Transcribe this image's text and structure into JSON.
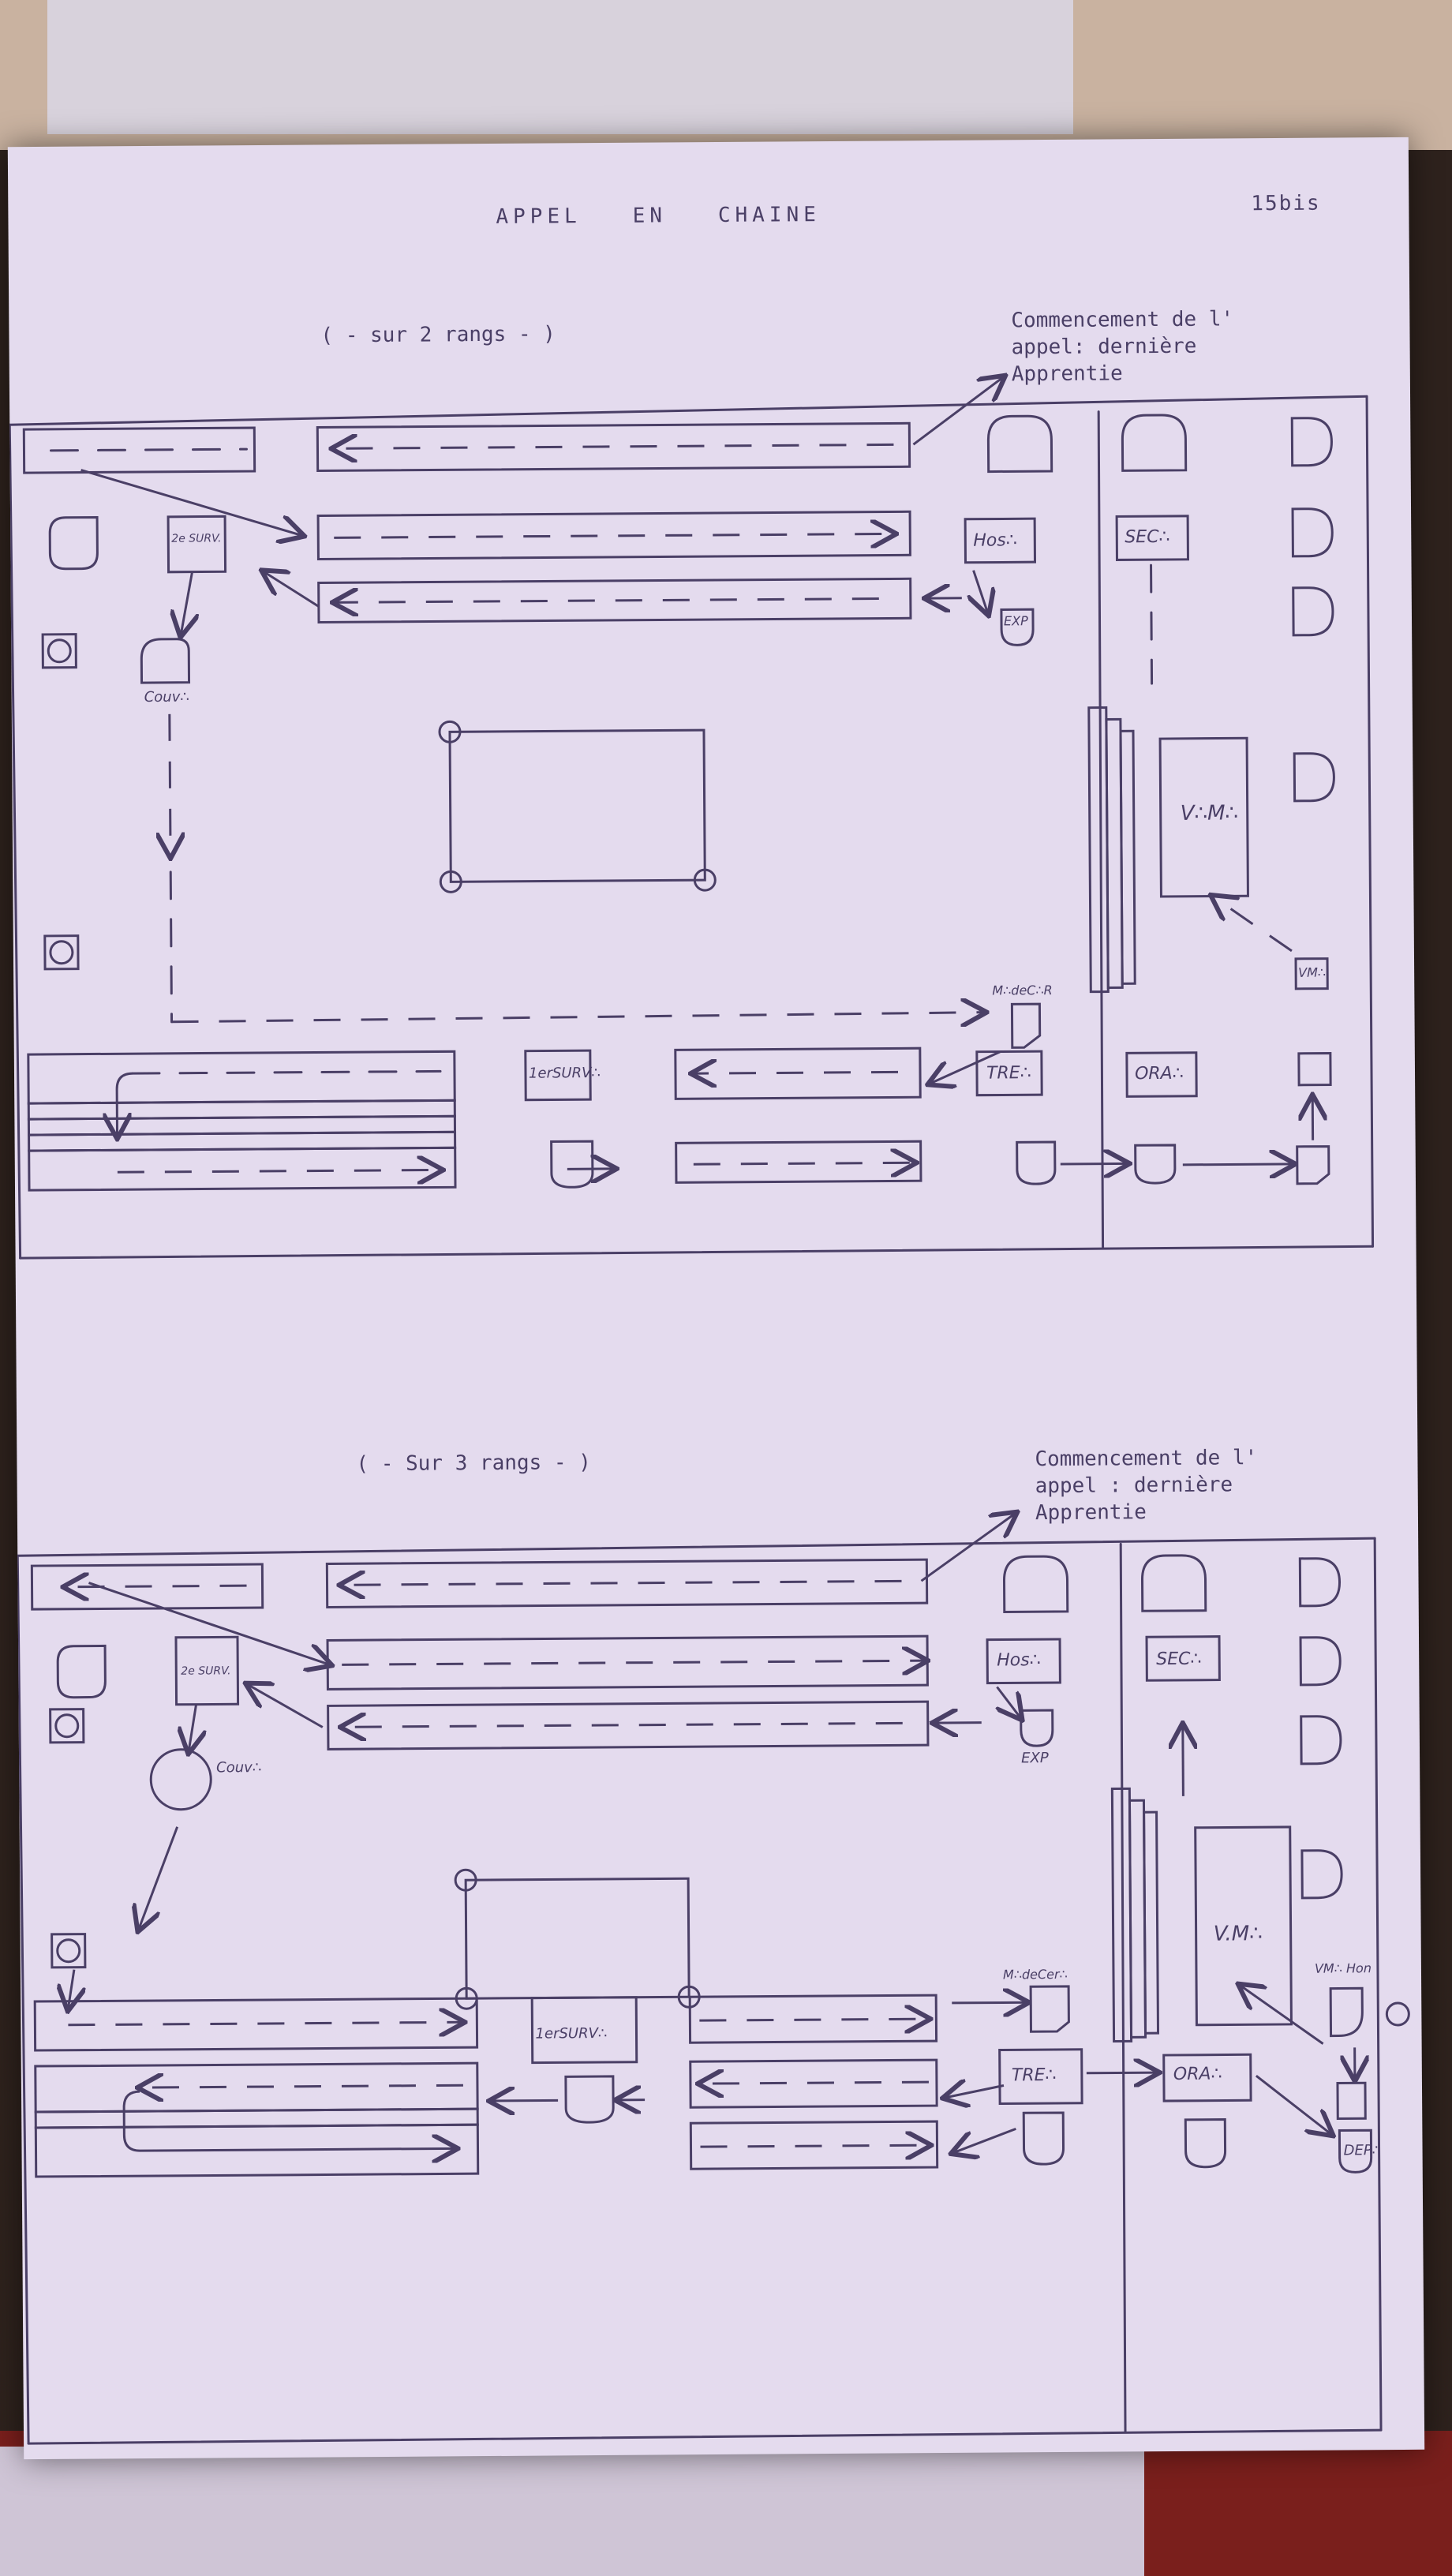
{
  "document": {
    "title": "APPEL   EN   CHAINE",
    "page_number": "15bis",
    "diagram_top": {
      "caption": "( - sur 2 rangs - )",
      "note_lines": [
        "Commencement de l'",
        "appel: dernière",
        "Apprentie"
      ],
      "labels": {
        "surv_left": "2e SURV.",
        "hosp": "Hos∴",
        "exp": "EXP",
        "sec": "SEC∴",
        "couv": "Couv∴",
        "vm": "V∴M∴",
        "maitre_ceremonies": "M∴deC∴R",
        "surv_bottom": "1erSURV∴",
        "tres": "TRE∴",
        "ora": "ORA∴",
        "vm_small": "VM∴"
      }
    },
    "diagram_bottom": {
      "caption": "( - Sur 3 rangs - )",
      "note_lines": [
        "Commencement de l'",
        "appel : dernière",
        "Apprentie"
      ],
      "labels": {
        "surv_left": "2e SURV.",
        "hosp": "Hos∴",
        "exp": "EXP",
        "sec": "SEC∴",
        "couv": "Couv∴",
        "vm": "V.M∴",
        "maitre_ceremonies": "M∴deCer∴",
        "surv_bottom": "1erSURV∴",
        "tres": "TRE∴",
        "ora": "ORA∴",
        "vm_small": "VM∴ Hon",
        "dep": "DEP∴"
      }
    }
  }
}
